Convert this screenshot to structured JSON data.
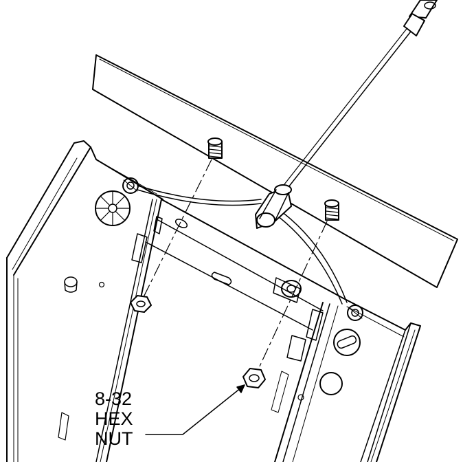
{
  "callout": {
    "lines": [
      "8-32",
      "HEX",
      "NUT"
    ]
  },
  "colors": {
    "line": "#000000",
    "background": "#ffffff"
  }
}
